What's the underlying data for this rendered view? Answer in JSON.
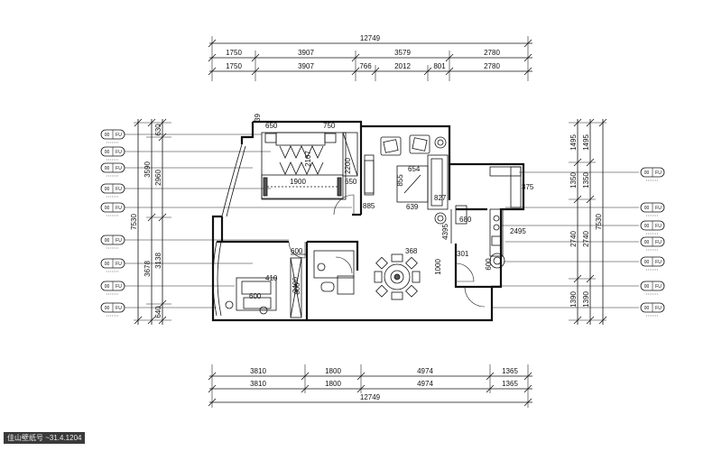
{
  "top_dims": {
    "total": "12749",
    "row1": [
      "1750",
      "3907",
      "3579",
      "2780"
    ],
    "row2": [
      "1750",
      "3907",
      "766",
      "2012",
      "801",
      "2780"
    ]
  },
  "bottom_dims": {
    "row1": [
      "3810",
      "1800",
      "4974",
      "1365"
    ],
    "row2": [
      "3810",
      "1800",
      "4974",
      "1365"
    ],
    "total": "12749"
  },
  "left_dims": {
    "inner": [
      "630",
      "2960",
      "3138",
      "640"
    ],
    "mid": [
      "3590",
      "3678"
    ],
    "total": "7530"
  },
  "right_dims": {
    "inner": [
      "1495",
      "1350",
      "2740",
      "1390"
    ],
    "outer": [
      "1495",
      "1350",
      "2740",
      "1390"
    ],
    "total": "7530"
  },
  "legend_left_codes": [
    "00",
    "00",
    "00",
    "00",
    "00",
    "00",
    "00",
    "00",
    "00"
  ],
  "legend_right_codes": [
    "00",
    "00",
    "00",
    "00",
    "00",
    "00",
    "00",
    "00"
  ],
  "legend_suffix": "FU",
  "room_dims": [
    "39",
    "650",
    "750",
    "2200",
    "2107",
    "1900",
    "650",
    "654",
    "855",
    "827",
    "375",
    "639",
    "885",
    "680",
    "4395",
    "2495",
    "368",
    "600",
    "1000",
    "301",
    "600",
    "410",
    "2400",
    "800"
  ],
  "watermark": "佳山壁纸号 ~31.4.1204"
}
